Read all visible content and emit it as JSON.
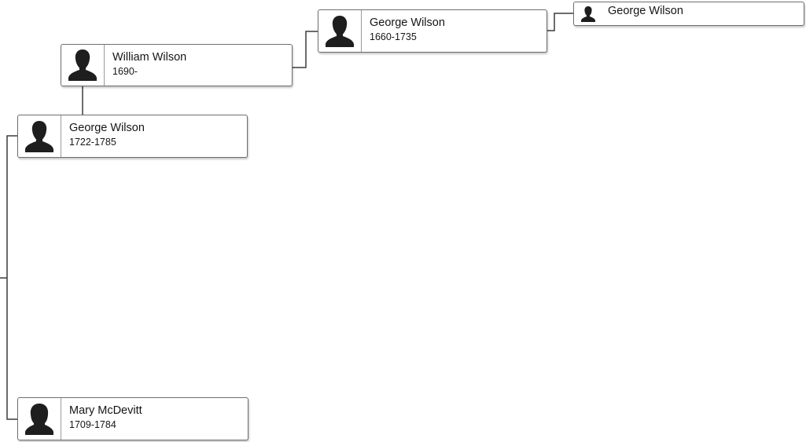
{
  "people": [
    {
      "id": "george-wilson-1722",
      "name": "George Wilson",
      "dates": "1722-1785"
    },
    {
      "id": "william-wilson-1690",
      "name": "William Wilson",
      "dates": "1690-"
    },
    {
      "id": "george-wilson-1660",
      "name": "George Wilson",
      "dates": "1660-1735"
    },
    {
      "id": "george-wilson-gen4",
      "name": "George Wilson"
    },
    {
      "id": "mary-mcdevitt-1709",
      "name": "Mary McDevitt",
      "dates": "1709-1784"
    }
  ],
  "colors": {
    "line": "#3c3c3c",
    "border": "#6e6e6e",
    "silhouette": "#1e1e1e"
  },
  "icons": {
    "person": "person-silhouette-icon"
  }
}
